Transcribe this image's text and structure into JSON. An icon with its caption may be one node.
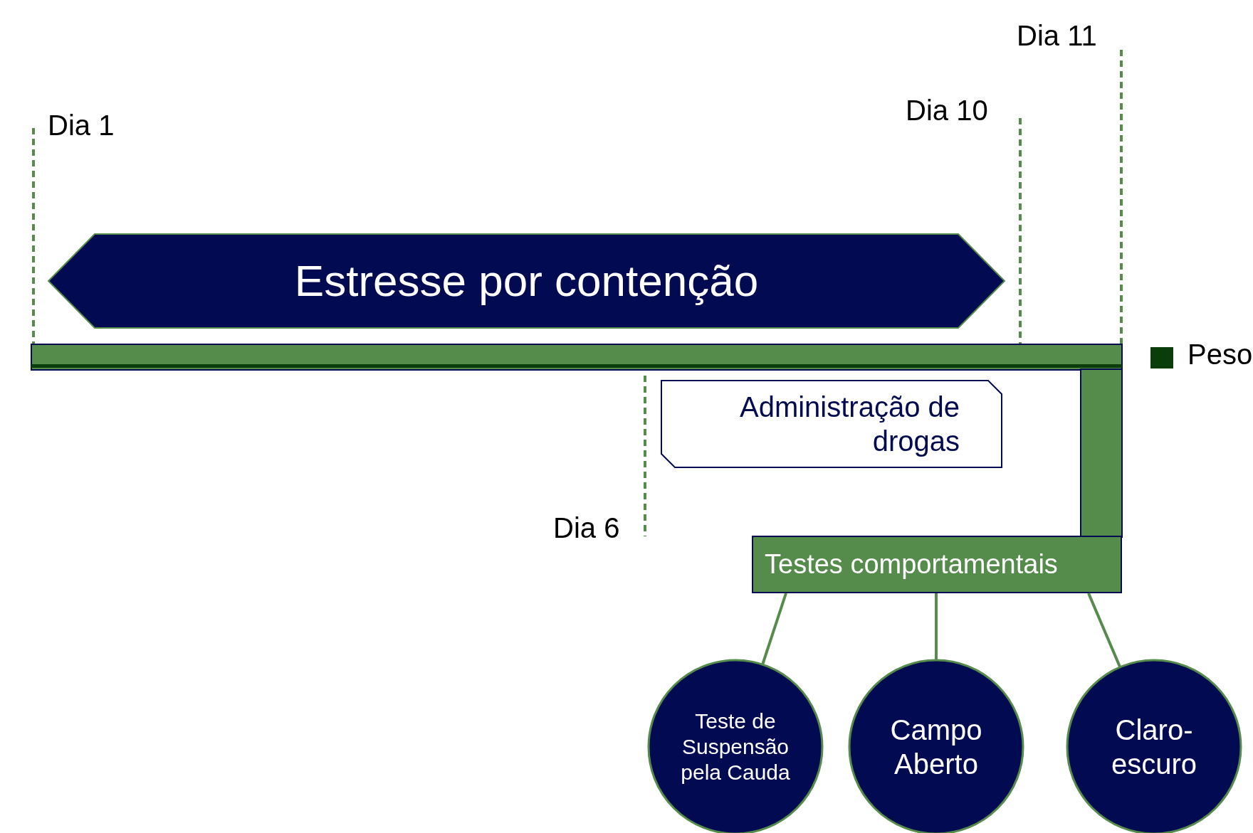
{
  "diagram": {
    "nodes": [
      {
        "text": [
          "Estresse por contenção"
        ]
      },
      {
        "text": [
          "Administração de drogas"
        ]
      },
      {
        "text": [
          "Testes comportamentais"
        ]
      },
      {
        "text": [
          "Teste de Suspensão pela Cauda"
        ]
      },
      {
        "text": [
          "Campo Aberto"
        ]
      },
      {
        "text": [
          "Claro-escuro"
        ]
      }
    ],
    "edges": [
      {
        "from": 2,
        "to": 3,
        "arrow": "none"
      },
      {
        "from": 2,
        "to": 4,
        "arrow": "none"
      },
      {
        "from": 2,
        "to": 5,
        "arrow": "none"
      }
    ],
    "labels": [
      "Dia 11",
      "Dia 10",
      "Dia 1",
      "Dia 6"
    ],
    "legend": [
      {
        "text": "Peso",
        "color": "#0b3d0b"
      }
    ]
  }
}
